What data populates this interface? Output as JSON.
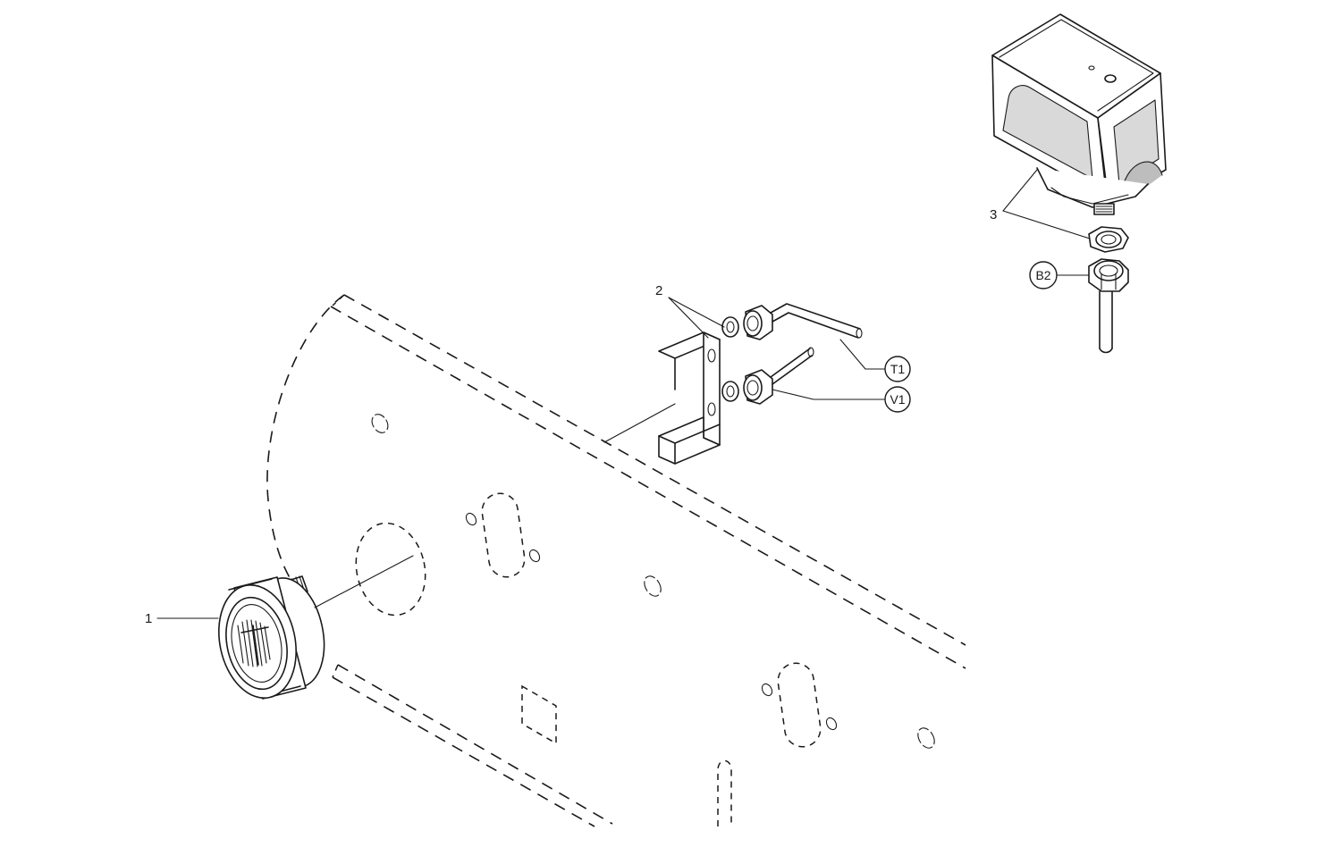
{
  "callouts": {
    "item_1": "1",
    "item_2": "2",
    "item_3": "3"
  },
  "bubbles": {
    "t1": "T1",
    "v1": "V1",
    "b2": "B2"
  }
}
